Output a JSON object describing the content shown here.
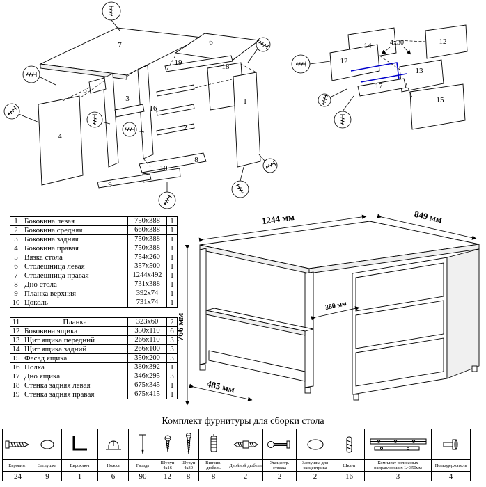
{
  "hardware_title": "Комплект фурнитуры для сборки стола",
  "colors": {
    "drawer_guide": "#0000cc"
  },
  "dimensions": {
    "width": "1244 мм",
    "depth": "849 мм",
    "height": "766 мм",
    "shelf": "380 мм",
    "side": "485 мм"
  },
  "exploded_left": {
    "labels": [
      "7",
      "6",
      "19",
      "18",
      "5",
      "3",
      "16",
      "2",
      "1",
      "4",
      "10",
      "8",
      "9"
    ]
  },
  "exploded_right": {
    "labels": [
      "14",
      "12",
      "12",
      "13",
      "17",
      "15"
    ],
    "note": "4x30"
  },
  "parts_table": {
    "rows": [
      {
        "num": "1",
        "name": "Боковина левая",
        "size": "750x388",
        "qty": "1"
      },
      {
        "num": "2",
        "name": "Боковина средняя",
        "size": "660x388",
        "qty": "1"
      },
      {
        "num": "3",
        "name": "Боковина задняя",
        "size": "750x388",
        "qty": "1"
      },
      {
        "num": "4",
        "name": "Боковина правая",
        "size": "750x388",
        "qty": "1"
      },
      {
        "num": "5",
        "name": "Вязка стола",
        "size": "754x260",
        "qty": "1"
      },
      {
        "num": "6",
        "name": "Столешница левая",
        "size": "357x500",
        "qty": "1"
      },
      {
        "num": "7",
        "name": "Столешница правая",
        "size": "1244x492",
        "qty": "1"
      },
      {
        "num": "8",
        "name": "Дно стола",
        "size": "731x388",
        "qty": "1"
      },
      {
        "num": "9",
        "name": "Планка верхняя",
        "size": "392x74",
        "qty": "1"
      },
      {
        "num": "10",
        "name": "Цоколь",
        "size": "731x74",
        "qty": "1"
      },
      {
        "num": "11",
        "name": "Планка",
        "size": "323x60",
        "qty": "2"
      },
      {
        "num": "12",
        "name": "Боковина ящика",
        "size": "350x110",
        "qty": "6"
      },
      {
        "num": "13",
        "name": "Щит ящика передний",
        "size": "266x110",
        "qty": "3"
      },
      {
        "num": "14",
        "name": "Щит ящика задний",
        "size": "266x100",
        "qty": "3"
      },
      {
        "num": "15",
        "name": "Фасад ящика",
        "size": "350x200",
        "qty": "3"
      },
      {
        "num": "16",
        "name": "Полка",
        "size": "380x392",
        "qty": "1"
      },
      {
        "num": "17",
        "name": "Дно ящика",
        "size": "346x295",
        "qty": "3"
      },
      {
        "num": "18",
        "name": "Стенка задняя левая",
        "size": "675x345",
        "qty": "1"
      },
      {
        "num": "19",
        "name": "Стенка задняя правая",
        "size": "675x415",
        "qty": "1"
      }
    ]
  },
  "hardware_table": {
    "items": [
      {
        "name": "Евровинт",
        "qty": "24"
      },
      {
        "name": "Заглушка",
        "qty": "9"
      },
      {
        "name": "Евроключ",
        "qty": "1"
      },
      {
        "name": "Ножка",
        "qty": "6"
      },
      {
        "name": "Гвоздь",
        "qty": "90"
      },
      {
        "name": "Шуруп 4x16",
        "qty": "12"
      },
      {
        "name": "Шуруп 4x30",
        "qty": "8"
      },
      {
        "name": "Винчив. дюбель",
        "qty": "8"
      },
      {
        "name": "Двойной дюбель",
        "qty": "2"
      },
      {
        "name": "Эксцентр. стяжка",
        "qty": "2"
      },
      {
        "name": "Заглушка для эксцентрика",
        "qty": "2"
      },
      {
        "name": "Шкант",
        "qty": "16"
      },
      {
        "name": "Комплект роликовых направляющих L~350мм",
        "qty": "3"
      },
      {
        "name": "Полкодержатель",
        "qty": "4"
      }
    ]
  }
}
